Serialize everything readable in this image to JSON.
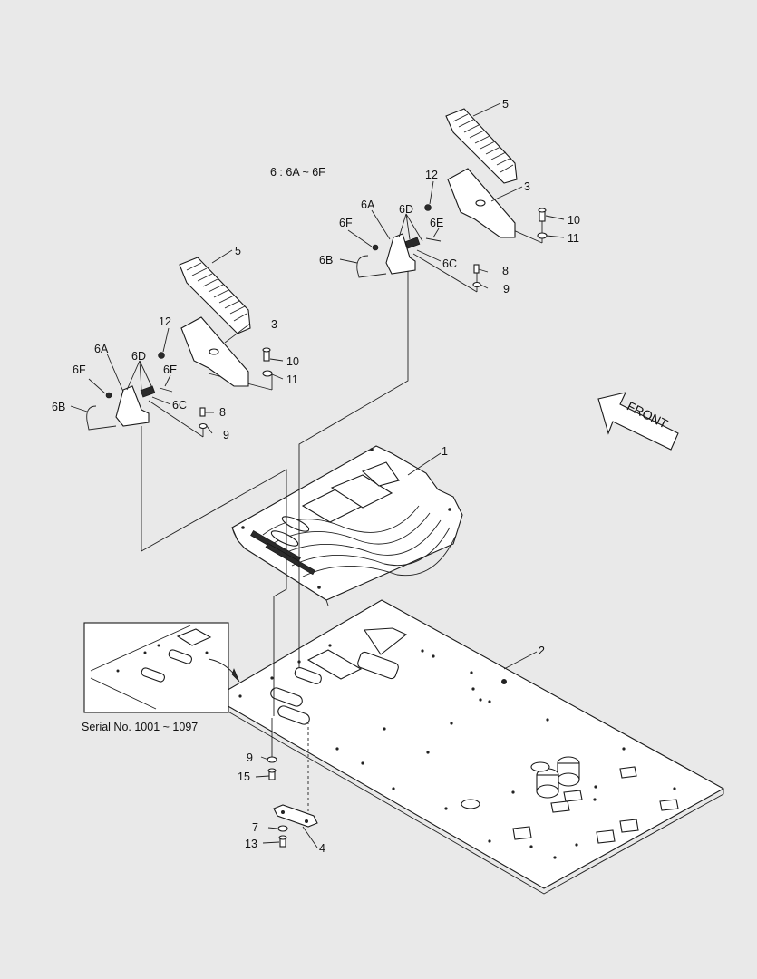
{
  "diagram": {
    "group_note": "6 : 6A ~ 6F",
    "inset_caption": "Serial No. 1001 ~ 1097",
    "front_label": "FRONT",
    "callouts": {
      "floor_mat": "1",
      "floor_plate": "2",
      "pedal_bracket": "3",
      "plate_strip": "4",
      "pedal_pad": "5",
      "bracket_6a": "6A",
      "u_bolt_6b": "6B",
      "pin_6c": "6C",
      "spring_6d": "6D",
      "pin_6e": "6E",
      "nut_6f": "6F",
      "washer_7": "7",
      "bolt_8": "8",
      "washer_9": "9",
      "bolt_10": "10",
      "washer_11": "11",
      "nut_12": "12",
      "bolt_13": "13",
      "bolt_15": "15"
    }
  }
}
